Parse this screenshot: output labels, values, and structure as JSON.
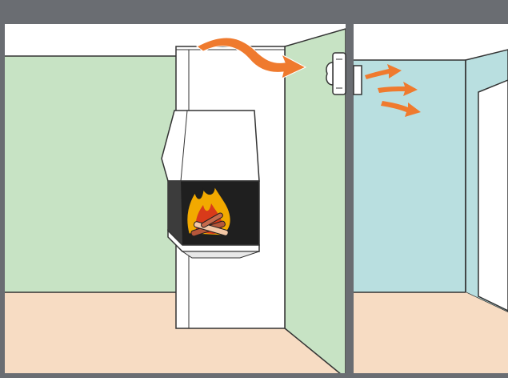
{
  "scene": {
    "description_items": [
      "fireplace",
      "fire",
      "wall-fan",
      "warm-air-arrow"
    ]
  },
  "colors": {
    "frame": "#6a6d72",
    "ceiling": "#ffffff",
    "left_wall": "#c7e3c4",
    "right_wall": "#b9dfe0",
    "floor": "#f7dcc3",
    "fireplace": "#ffffff",
    "firebox": "#1f1f1f",
    "flame": "#f2a900",
    "flame_core": "#d93a1a",
    "logs": "#b5563a",
    "airflow": "#ef7a2e",
    "outline": "#333333"
  }
}
